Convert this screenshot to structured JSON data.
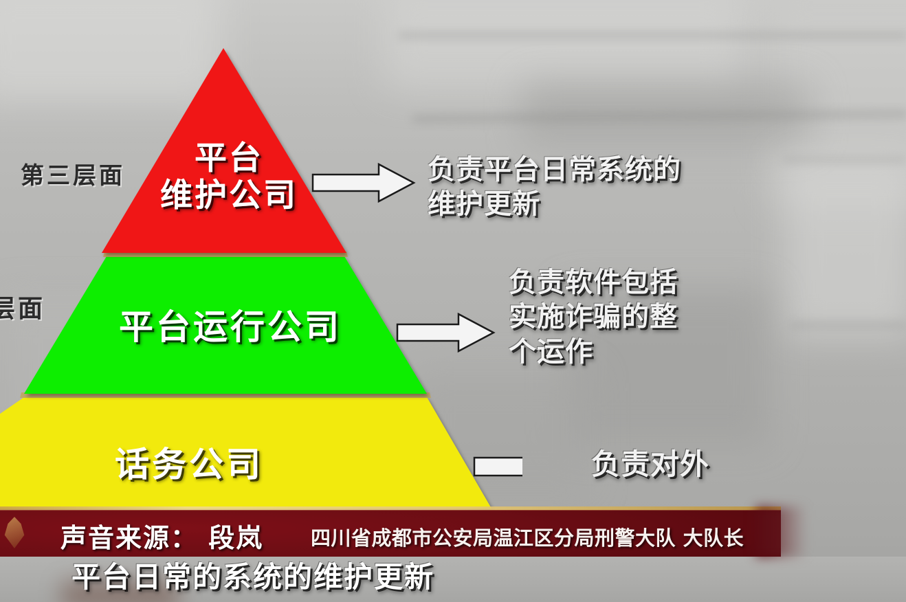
{
  "scene": {
    "kind": "tv-broadcast-pyramid-diagram",
    "background_color": "#b4b4b2"
  },
  "pyramid": {
    "tiers": [
      {
        "id": "top",
        "color": "#f01515",
        "color_name": "red",
        "side_label": "第三层面",
        "inner_text": "平台\n维护公司",
        "annotation": "负责平台日常系统的\n维护更新"
      },
      {
        "id": "middle",
        "color": "#10ee06",
        "color_name": "green",
        "side_label": "层面",
        "inner_text": "平台运行公司",
        "annotation": "负责软件包括\n实施诈骗的整\n个运作"
      },
      {
        "id": "bottom",
        "color": "#f2ea0c",
        "color_name": "yellow",
        "side_label": "",
        "inner_text": "话务公司",
        "annotation": "负责对外"
      }
    ],
    "divider_color": "#c0a45c",
    "arrow_color": "#f4f4f4",
    "arrow_icon": "right-arrow-icon"
  },
  "lower_third": {
    "background_color": "#6b0d14",
    "accent_color": "#e3c674",
    "emblem_icon": "shield-emblem-icon",
    "source_label": "声音来源： 段岚",
    "affiliation": "四川省成都市公安局温江区分局刑警大队  大队长"
  },
  "caption": {
    "text": "平台日常的系统的维护更新"
  }
}
